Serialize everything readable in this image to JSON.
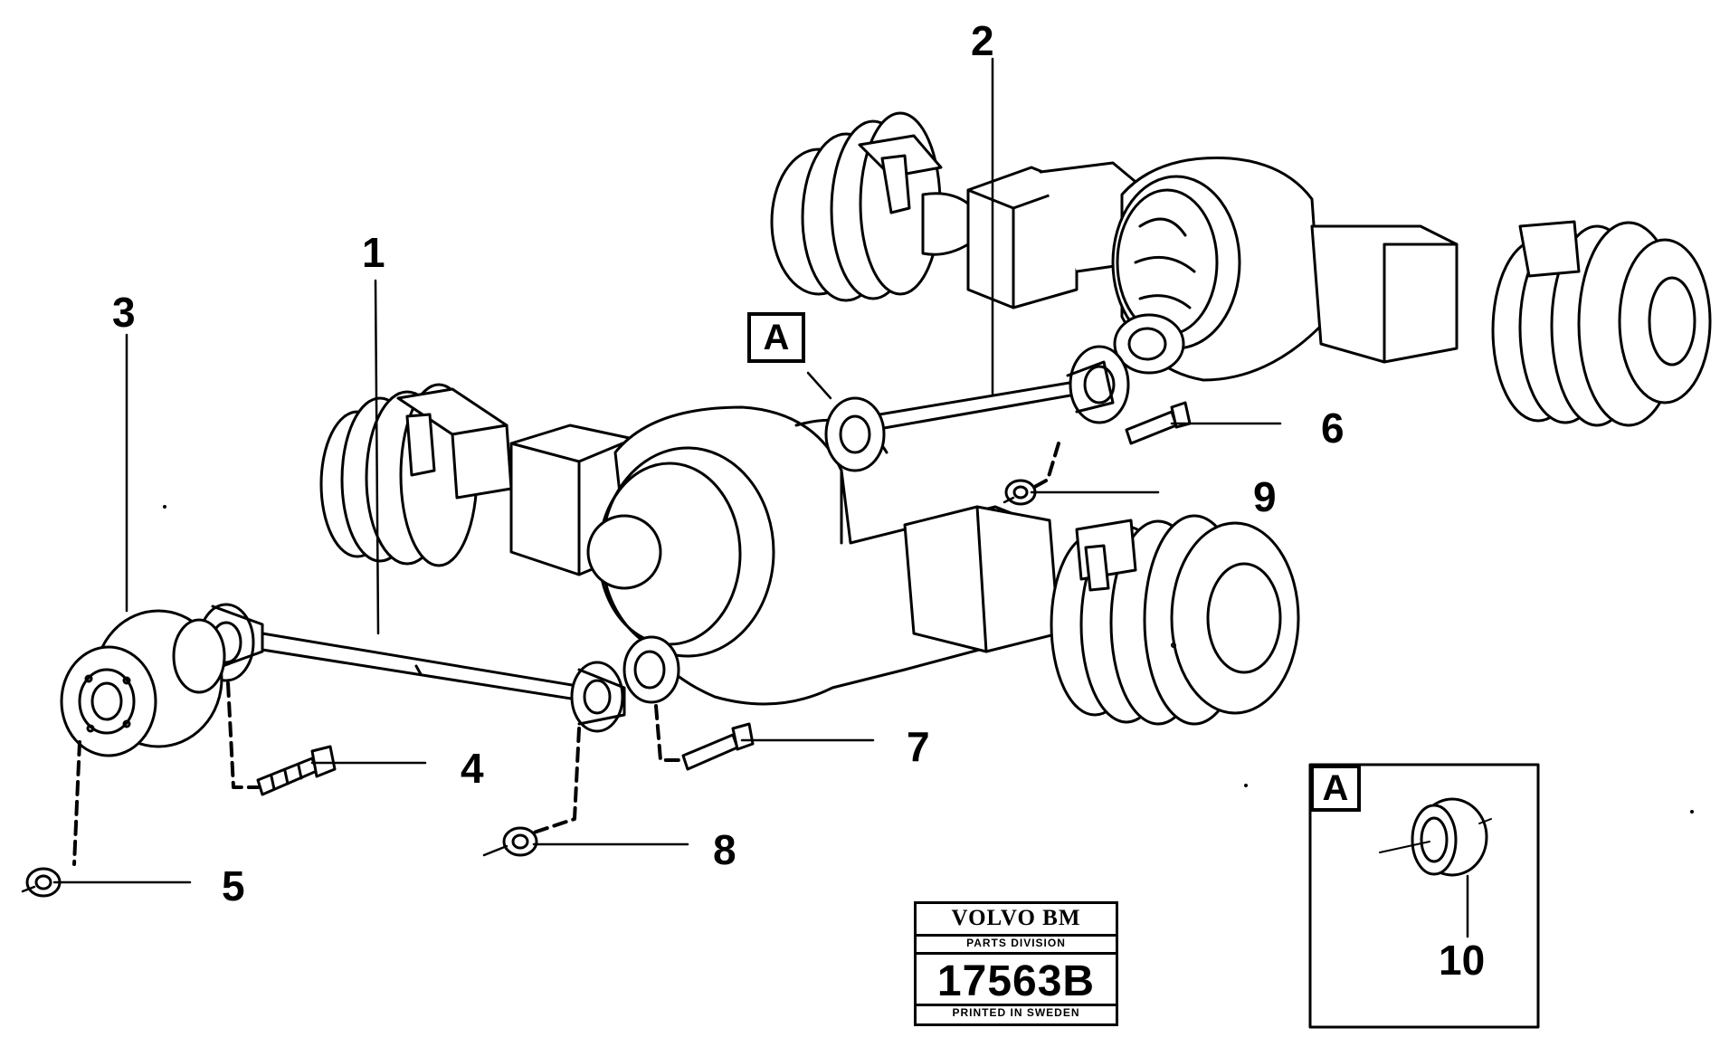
{
  "callouts": {
    "c1": "1",
    "c2": "2",
    "c3": "3",
    "c4": "4",
    "c5": "5",
    "c6": "6",
    "c7": "7",
    "c8": "8",
    "c9": "9",
    "c10": "10"
  },
  "view_labels": {
    "main": "A",
    "inset": "A"
  },
  "stamp": {
    "brand": "VOLVO BM",
    "division": "PARTS DIVISION",
    "number": "17563B",
    "printed": "PRINTED IN SWEDEN"
  }
}
